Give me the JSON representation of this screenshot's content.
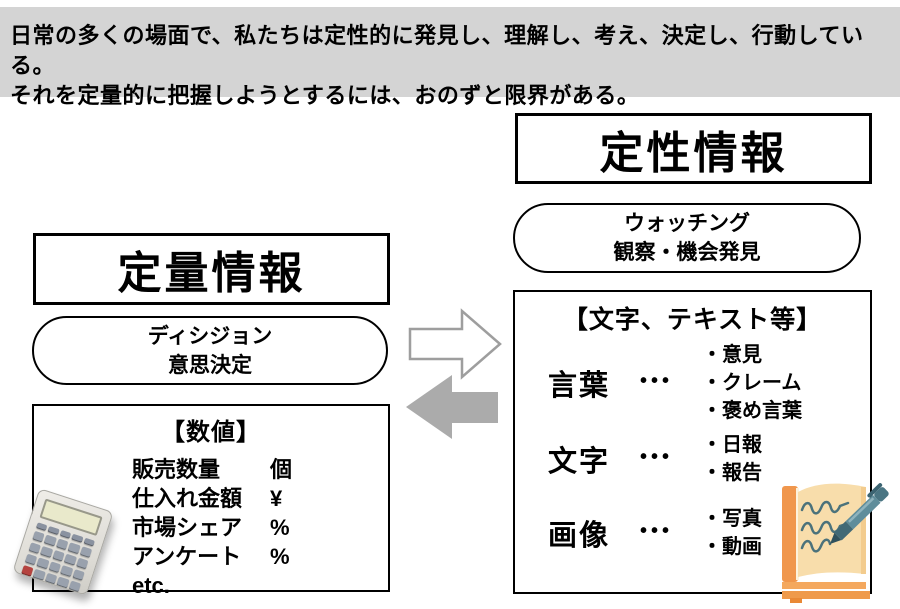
{
  "intro": {
    "line1": "日常の多くの場面で、私たちは定性的に発見し、理解し、考え、決定し、行動している。",
    "line2": "それを定量的に把握しようとするには、おのずと限界がある。"
  },
  "qualitative": {
    "title": "定性情報",
    "process": {
      "line1": "ウォッチング",
      "line2": "観察・機会発見"
    },
    "panel": {
      "header": "【文字、テキスト等】",
      "rows": [
        {
          "term": "言葉",
          "dots": "•••",
          "items": [
            "・意見",
            "・クレーム",
            "・褒め言葉"
          ]
        },
        {
          "term": "文字",
          "dots": "•••",
          "items": [
            "・日報",
            "・報告"
          ]
        },
        {
          "term": "画像",
          "dots": "•••",
          "items": [
            "・写真",
            "・動画"
          ]
        }
      ]
    }
  },
  "quantitative": {
    "title": "定量情報",
    "process": {
      "line1": "ディシジョン",
      "line2": "意思決定"
    },
    "panel": {
      "header": "【数値】",
      "rows": [
        {
          "label": "販売数量",
          "unit": "個"
        },
        {
          "label": "仕入れ金額",
          "unit": "¥"
        },
        {
          "label": "市場シェア",
          "unit": "%"
        },
        {
          "label": "アンケート",
          "unit": "%"
        },
        {
          "label": "etc.",
          "unit": ""
        }
      ]
    }
  },
  "icons": {
    "calculator": "calculator-icon",
    "notebook": "notebook-icon",
    "pen": "pen-icon",
    "arrow_right": "arrow-right-icon",
    "arrow_left": "arrow-left-icon"
  },
  "colors": {
    "band_bg": "#d4d4d4",
    "box_border": "#000000",
    "arrow_gray": "#ababab",
    "arrow_outline": "#9e9e9e",
    "notebook_cover": "#f0974d",
    "notebook_page": "#f8ddab",
    "pen_teal": "#5f8d9b",
    "calc_screen": "#e9e9cb",
    "calc_key": "#99a1ad",
    "calc_key_red": "#b5433f"
  }
}
